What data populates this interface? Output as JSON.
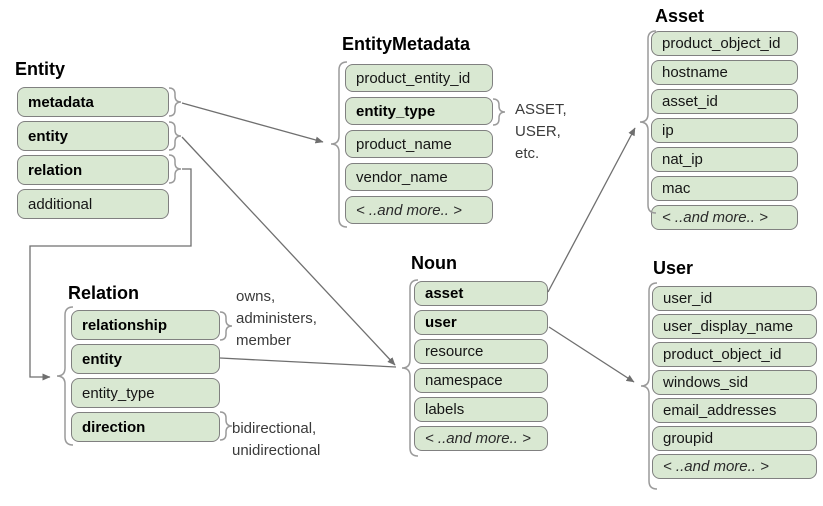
{
  "colors": {
    "row_fill": "#d9e8d2",
    "row_border": "#808080",
    "connector": "#6f6f6f",
    "brace": "#9a9a9a",
    "title_text": "#000000",
    "annotation_text": "#3a3a3a"
  },
  "boxes": {
    "entity": {
      "title": "Entity",
      "rows": [
        {
          "label": "metadata"
        },
        {
          "label": "entity"
        },
        {
          "label": "relation"
        },
        {
          "label": "additional"
        }
      ]
    },
    "entity_metadata": {
      "title": "EntityMetadata",
      "rows": [
        {
          "label": "product_entity_id"
        },
        {
          "label": "entity_type"
        },
        {
          "label": "product_name"
        },
        {
          "label": "vendor_name"
        },
        {
          "label": "< ..and more.. >"
        }
      ]
    },
    "asset": {
      "title": "Asset",
      "rows": [
        {
          "label": "product_object_id"
        },
        {
          "label": "hostname"
        },
        {
          "label": "asset_id"
        },
        {
          "label": "ip"
        },
        {
          "label": "nat_ip"
        },
        {
          "label": "mac"
        },
        {
          "label": "< ..and more.. >"
        }
      ]
    },
    "noun": {
      "title": "Noun",
      "rows": [
        {
          "label": "asset"
        },
        {
          "label": "user"
        },
        {
          "label": "resource"
        },
        {
          "label": "namespace"
        },
        {
          "label": "labels"
        },
        {
          "label": "< ..and more.. >"
        }
      ]
    },
    "relation": {
      "title": "Relation",
      "rows": [
        {
          "label": "relationship"
        },
        {
          "label": "entity"
        },
        {
          "label": "entity_type"
        },
        {
          "label": "direction"
        }
      ]
    },
    "user": {
      "title": "User",
      "rows": [
        {
          "label": "user_id"
        },
        {
          "label": "user_display_name"
        },
        {
          "label": "product_object_id"
        },
        {
          "label": "windows_sid"
        },
        {
          "label": "email_addresses"
        },
        {
          "label": "groupid"
        },
        {
          "label": "< ..and more.. >"
        }
      ]
    }
  },
  "annotations": {
    "entity_type_values": [
      "ASSET,",
      "USER,",
      "etc."
    ],
    "relationship_values": [
      "owns,",
      "administers,",
      "member"
    ],
    "direction_values": [
      "bidirectional,",
      "unidirectional"
    ]
  }
}
